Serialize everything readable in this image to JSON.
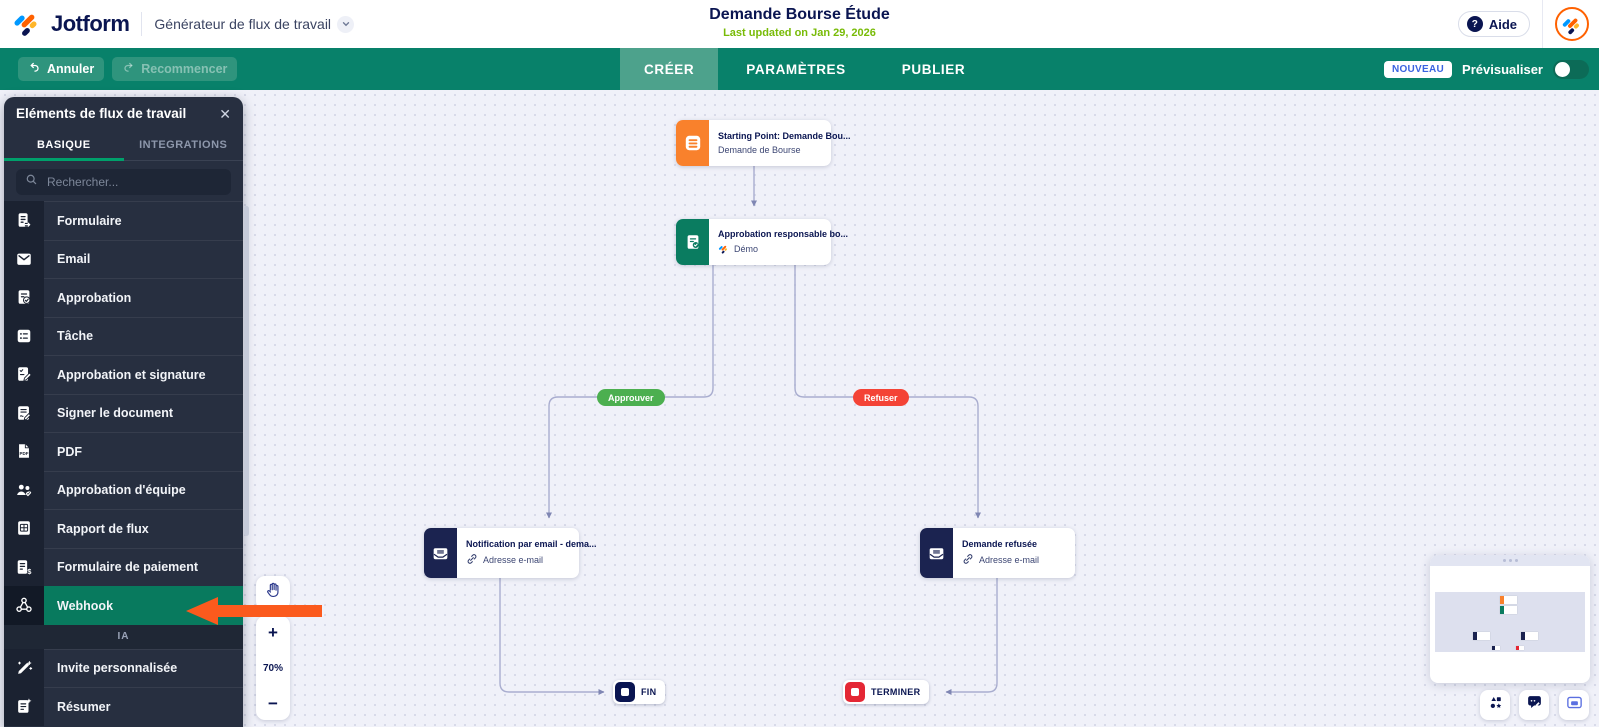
{
  "header": {
    "brand": "Jotform",
    "product": "Générateur de flux de travail",
    "title": "Demande Bourse Étude",
    "updated": "Last updated on Jan 29, 2026",
    "help_label": "Aide"
  },
  "toolbar": {
    "undo_label": "Annuler",
    "redo_label": "Recommencer",
    "tabs": [
      "CRÉER",
      "PARAMÈTRES",
      "PUBLIER"
    ],
    "new_badge": "NOUVEAU",
    "preview_label": "Prévisualiser"
  },
  "sidebar": {
    "title": "Eléments de flux de travail",
    "tabs": {
      "basic": "BASIQUE",
      "integrations": "INTEGRATIONS"
    },
    "search_placeholder": "Rechercher...",
    "items": [
      {
        "label": "Formulaire",
        "icon": "form-icon"
      },
      {
        "label": "Email",
        "icon": "email-icon"
      },
      {
        "label": "Approbation",
        "icon": "approval-icon"
      },
      {
        "label": "Tâche",
        "icon": "task-icon"
      },
      {
        "label": "Approbation et signature",
        "icon": "approval-signature-icon"
      },
      {
        "label": "Signer le document",
        "icon": "sign-document-icon"
      },
      {
        "label": "PDF",
        "icon": "pdf-icon"
      },
      {
        "label": "Approbation d'équipe",
        "icon": "team-approval-icon"
      },
      {
        "label": "Rapport de flux",
        "icon": "flow-report-icon"
      },
      {
        "label": "Formulaire de paiement",
        "icon": "payment-form-icon"
      },
      {
        "label": "Webhook",
        "icon": "webhook-icon",
        "selected": true
      }
    ],
    "ai_section_label": "IA",
    "ai_items": [
      {
        "label": "Invite personnalisée",
        "icon": "custom-prompt-icon"
      },
      {
        "label": "Résumer",
        "icon": "summarize-icon"
      }
    ]
  },
  "canvas": {
    "zoom_level": "70%",
    "nodes": {
      "start": {
        "title": "Starting Point: Demande Bou...",
        "subtitle": "Demande de Bourse"
      },
      "approval": {
        "title": "Approbation responsable bo...",
        "app_label": "Démo"
      },
      "email_approved": {
        "title": "Notification par email - dema...",
        "field_label": "Adresse e-mail"
      },
      "email_rejected": {
        "title": "Demande refusée",
        "field_label": "Adresse e-mail"
      },
      "end_approved": {
        "label": "FIN"
      },
      "end_rejected": {
        "label": "TERMINER"
      }
    },
    "branches": {
      "approve": "Approuver",
      "reject": "Refuser"
    }
  },
  "icons": {
    "close": "✕",
    "question": "?",
    "plus": "+",
    "minus": "−"
  },
  "colors": {
    "toolbar_green": "#08816a",
    "active_tab_green": "#4da28c",
    "selection_green": "#087a5e",
    "brand_navy": "#0a1551",
    "brand_orange": "#ff6100",
    "updated_green": "#78bb07",
    "branch_approve": "#4caf50",
    "branch_reject": "#f44336",
    "annotation_orange": "#fb5a1d",
    "connector": "#a9adcf"
  }
}
